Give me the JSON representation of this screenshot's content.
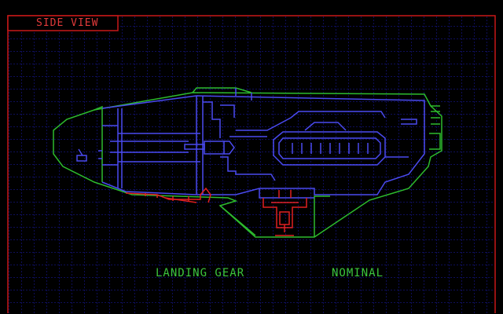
{
  "view": {
    "tab_label": "SIDE VIEW"
  },
  "status": {
    "system_label": "LANDING GEAR",
    "system_status": "NOMINAL"
  },
  "colors": {
    "background": "#000000",
    "grid": "#1c1cb4",
    "frame": "#c81818",
    "hull_outline": "#2dbb2d",
    "internal_structure": "#4a4af0",
    "landing_gear": "#e02020",
    "status_text": "#3cc63c"
  }
}
